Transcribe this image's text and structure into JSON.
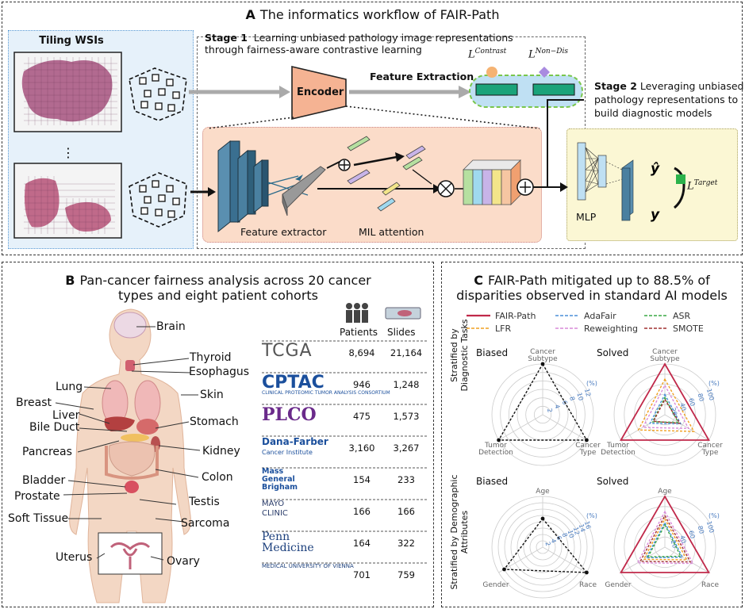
{
  "panel_a": {
    "title_letter": "A",
    "title": "The informatics workflow of FAIR-Path",
    "tiling_label": "Tiling WSIs",
    "ellipsis": "⋮",
    "stage1_label": "Stage 1",
    "stage1_text_1": "Learning unbiased pathology image representations",
    "stage1_text_2": "through fairness-aware contrastive learning",
    "encoder": "Encoder",
    "feature_extraction": "Feature Extraction",
    "loss_contrast_base": "L",
    "loss_contrast_sup": "Contrast",
    "loss_nondis_base": "L",
    "loss_nondis_sup": "Non−Dis",
    "feature_extractor": "Feature extractor",
    "mil_attention": "MIL attention",
    "stage2_label": "Stage 2",
    "stage2_text_1": "Leveraging unbiased",
    "stage2_text_2": "pathology representations to",
    "stage2_text_3": "build diagnostic models",
    "mlp": "MLP",
    "y_hat": "ŷ",
    "y": "y",
    "loss_target_base": "L",
    "loss_target_sup": "Target"
  },
  "panel_b": {
    "title_letter": "B",
    "title_1": "Pan-cancer fairness analysis across 20 cancer",
    "title_2": "types and eight patient cohorts",
    "organs": [
      "Brain",
      "Thyroid",
      "Esophagus",
      "Lung",
      "Skin",
      "Breast",
      "Liver",
      "Stomach",
      "Bile Duct",
      "Kidney",
      "Pancreas",
      "Colon",
      "Bladder",
      "Prostate",
      "Testis",
      "Soft Tissue",
      "Sarcoma",
      "Uterus",
      "Ovary"
    ],
    "col_patients": "Patients",
    "col_slides": "Slides",
    "cohorts": [
      {
        "logo": "TCGA",
        "sub": "",
        "patients": "8,694",
        "slides": "21,164"
      },
      {
        "logo": "CPTAC",
        "sub": "CLINICAL PROTEOMIC TUMOR ANALYSIS CONSORTIUM",
        "patients": "946",
        "slides": "1,248"
      },
      {
        "logo": "PLCO",
        "sub": "",
        "patients": "475",
        "slides": "1,573"
      },
      {
        "logo": "Dana-Farber",
        "sub": "Cancer Institute",
        "patients": "3,160",
        "slides": "3,267"
      },
      {
        "logo": "Mass General Brigham",
        "sub": "",
        "patients": "154",
        "slides": "233"
      },
      {
        "logo": "MAYO CLINIC",
        "sub": "",
        "patients": "166",
        "slides": "166"
      },
      {
        "logo": "Penn Medicine",
        "sub": "",
        "patients": "164",
        "slides": "322"
      },
      {
        "logo": "MEDICAL UNIVERSITY OF VIENNA",
        "sub": "",
        "patients": "701",
        "slides": "759"
      }
    ]
  },
  "panel_c": {
    "title_letter": "C",
    "title_1": "FAIR-Path mitigated up to 88.5% of",
    "title_2": "disparities observed in standard AI models",
    "legend": [
      {
        "name": "FAIR-Path",
        "color": "#c0294a",
        "dash": "solid"
      },
      {
        "name": "AdaFair",
        "color": "#4a8fd9",
        "dash": "dashed"
      },
      {
        "name": "ASR",
        "color": "#3aa845",
        "dash": "dashed"
      },
      {
        "name": "LFR",
        "color": "#f0a020",
        "dash": "dashed"
      },
      {
        "name": "Reweighting",
        "color": "#d98ad9",
        "dash": "dashed"
      },
      {
        "name": "SMOTE",
        "color": "#a03030",
        "dash": "dashed"
      }
    ],
    "row1_label_1": "Stratified by",
    "row1_label_2": "Diagnostic Tasks",
    "row2_label_1": "Stratified by Demographic",
    "row2_label_2": "Attributes",
    "biased": "Biased",
    "solved": "Solved",
    "axes_tasks": [
      "Cancer Subtype",
      "Cancer Type",
      "Tumor Detection"
    ],
    "axes_demo": [
      "Age",
      "Race",
      "Gender"
    ],
    "pct": "(%)",
    "ticks_biased_tasks": [
      "2",
      "4",
      "6",
      "8",
      "10",
      "12"
    ],
    "ticks_solved_tasks": [
      "20",
      "40",
      "60",
      "80",
      "100"
    ],
    "ticks_biased_demo": [
      "2",
      "4",
      "6",
      "8",
      "10",
      "12",
      "14",
      "16"
    ],
    "ticks_solved_demo": [
      "20",
      "40",
      "60",
      "80",
      "100"
    ]
  }
}
